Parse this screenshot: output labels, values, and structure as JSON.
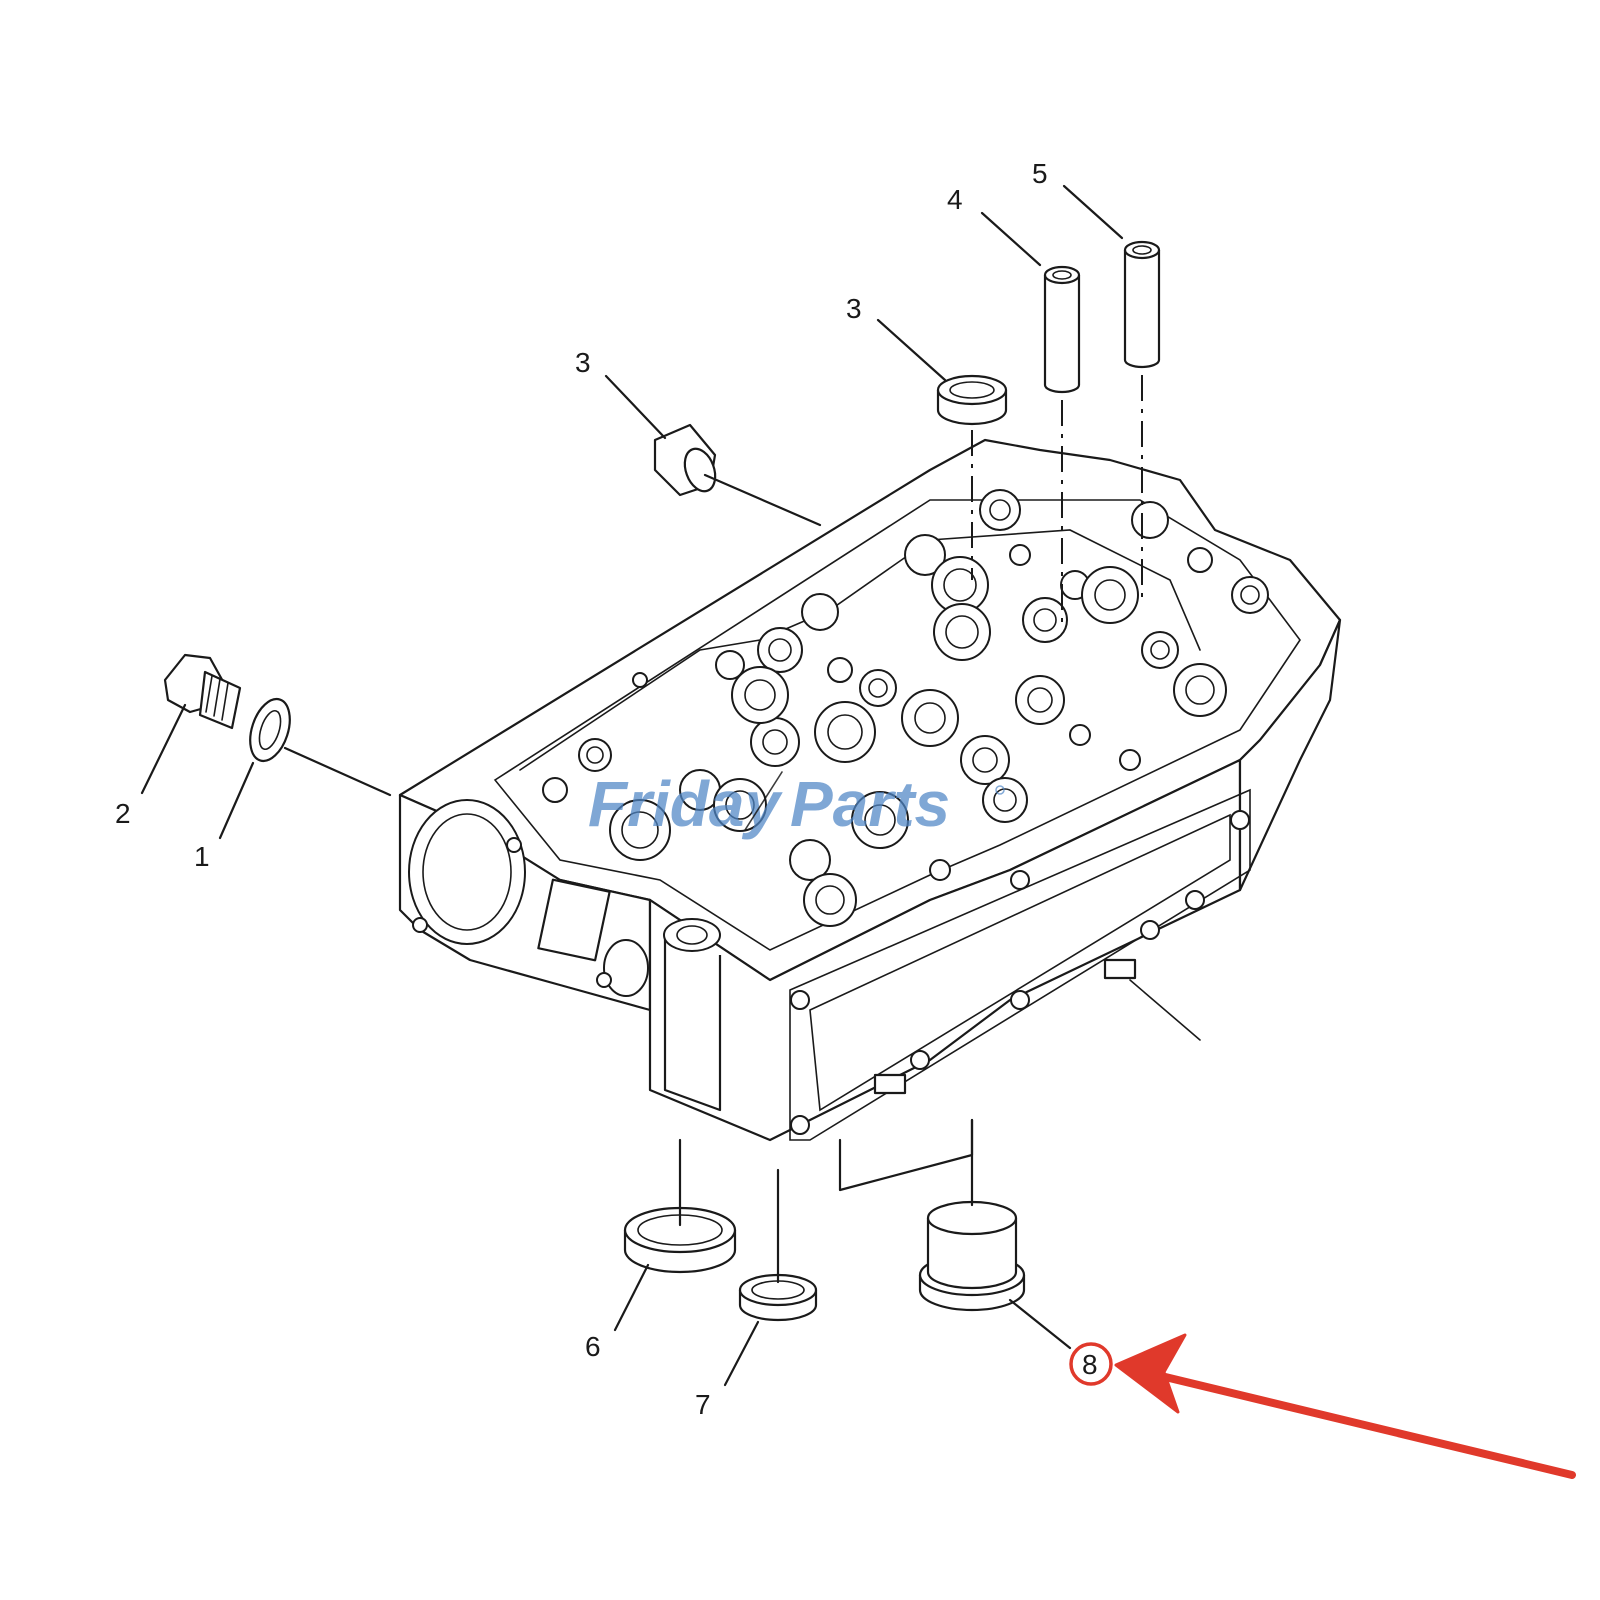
{
  "diagram": {
    "callouts": [
      {
        "id": "c1",
        "label": "1"
      },
      {
        "id": "c2",
        "label": "2"
      },
      {
        "id": "c3a",
        "label": "3"
      },
      {
        "id": "c3b",
        "label": "3"
      },
      {
        "id": "c4",
        "label": "4"
      },
      {
        "id": "c5",
        "label": "5"
      },
      {
        "id": "c6",
        "label": "6"
      },
      {
        "id": "c7",
        "label": "7"
      },
      {
        "id": "c8",
        "label": "8"
      }
    ],
    "highlight": {
      "callout": "8",
      "color": "#e0392b"
    },
    "watermark": {
      "part1": "Friday",
      "part2": "Parts",
      "blue": "#4f86c6",
      "orange": "#e89a2c"
    }
  }
}
